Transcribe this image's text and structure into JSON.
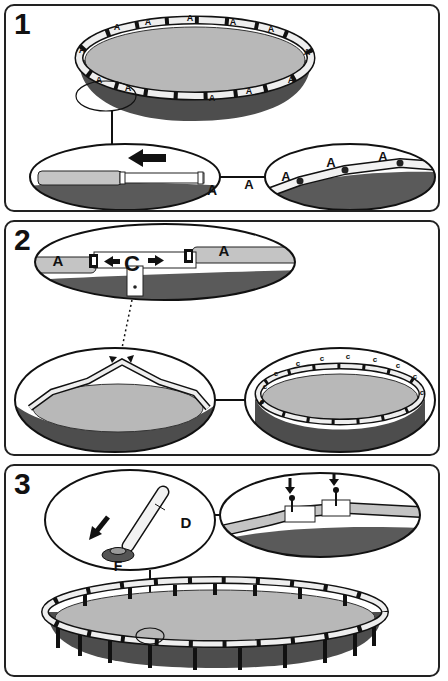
{
  "diagram": {
    "nodes": [
      {
        "text": [
          "1"
        ]
      },
      {
        "text": [
          "2"
        ]
      },
      {
        "text": [
          "3"
        ]
      }
    ],
    "labels": [
      "A",
      "A",
      "A",
      "A",
      "A",
      "A",
      "A",
      "A",
      "A",
      "A",
      "A",
      "A",
      "A",
      "A",
      "A",
      "A",
      "A",
      "A",
      "C",
      "A",
      "c",
      "c",
      "c",
      "c",
      "c",
      "c",
      "c",
      "c",
      "c",
      "c",
      "D",
      "F"
    ]
  }
}
